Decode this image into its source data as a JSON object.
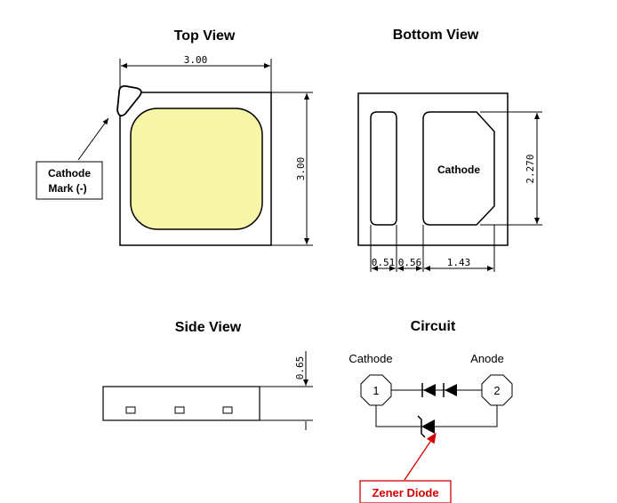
{
  "top_view": {
    "title": "Top View",
    "dim_width": "3.00",
    "dim_height": "3.00",
    "callout_line1": "Cathode",
    "callout_line2": "Mark (-)"
  },
  "bottom_view": {
    "title": "Bottom View",
    "pad_label": "Cathode",
    "dim_height": "2.270",
    "dim_a": "0.51",
    "dim_b": "0.56",
    "dim_c": "1.43"
  },
  "side_view": {
    "title": "Side View",
    "dim_height": "0.65"
  },
  "circuit": {
    "title": "Circuit",
    "left_label": "Cathode",
    "right_label": "Anode",
    "node1": "1",
    "node2": "2",
    "zener_label": "Zener Diode"
  },
  "colors": {
    "led_fill": "#f7f5a6",
    "line": "#000000",
    "zener_accent": "#d40000"
  }
}
